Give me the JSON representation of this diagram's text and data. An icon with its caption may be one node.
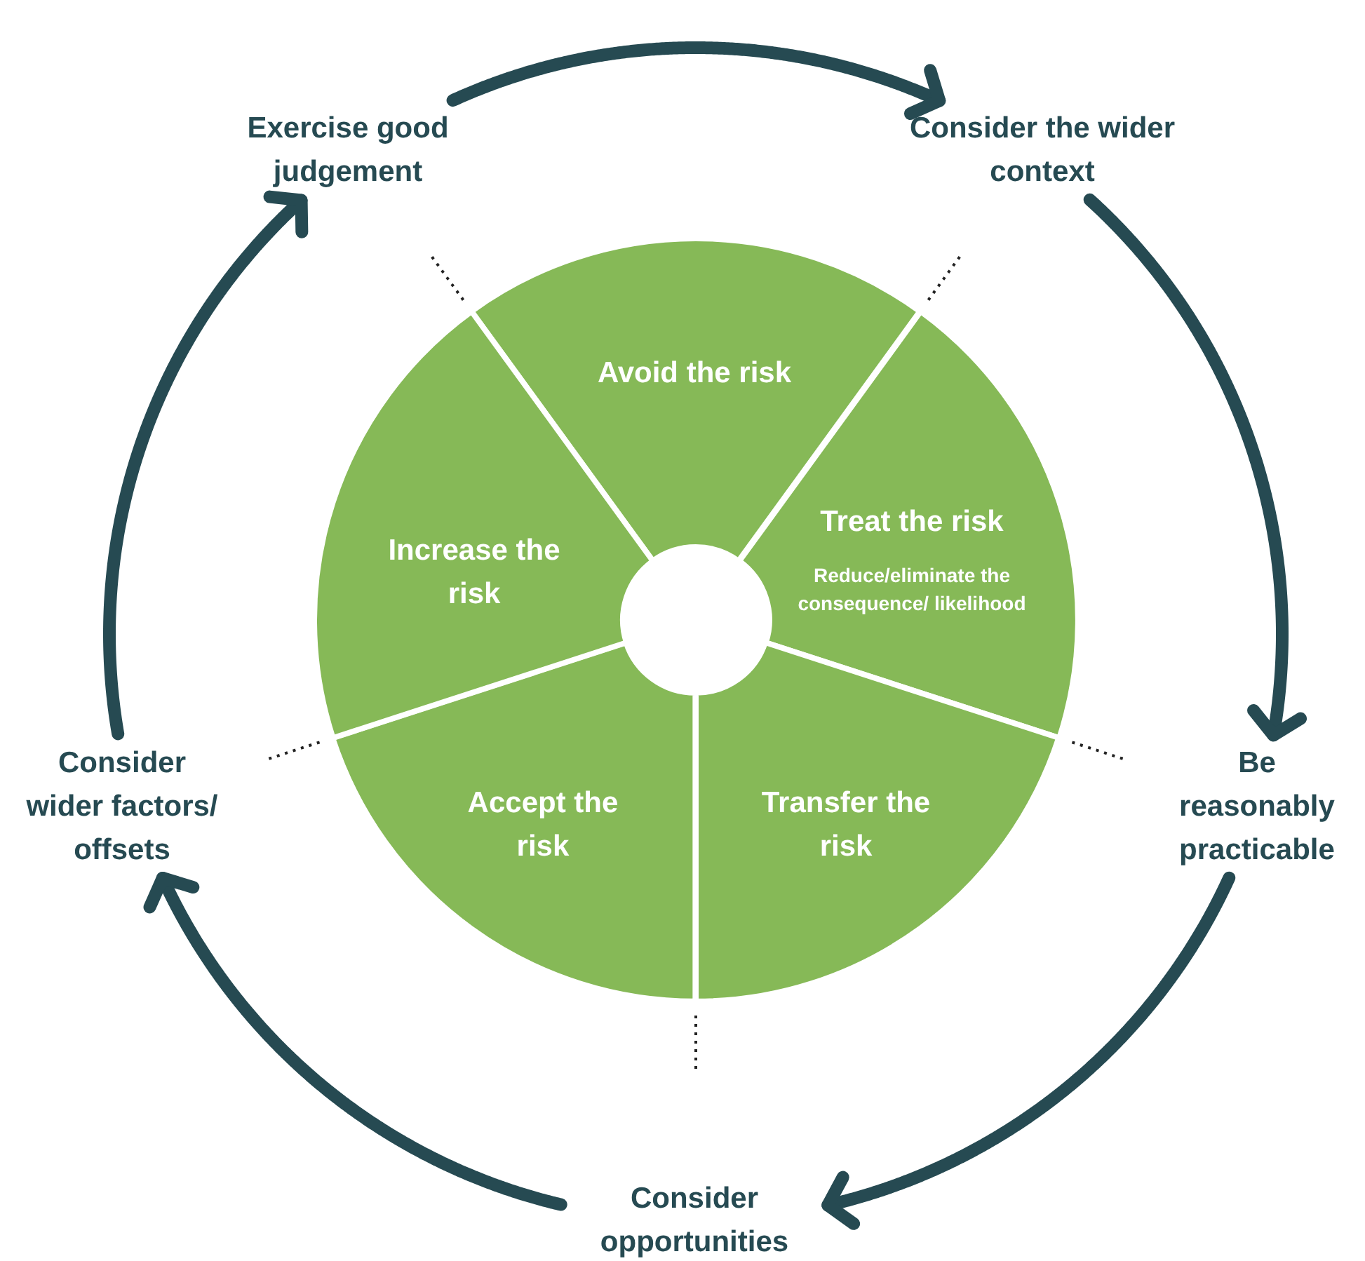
{
  "diagram": {
    "nodes": [
      {
        "text": [
          "Exercise good judgement"
        ]
      },
      {
        "text": [
          "Consider the wider context"
        ]
      },
      {
        "text": [
          "Be reasonably practicable"
        ]
      },
      {
        "text": [
          "Consider opportunities"
        ]
      },
      {
        "text": [
          "Consider wider factors/ offsets"
        ]
      },
      {
        "text": [
          "Avoid the risk"
        ]
      },
      {
        "text": [
          "Treat the risk",
          "Reduce/eliminate the consequence/ likelihood"
        ]
      },
      {
        "text": [
          "Transfer the risk"
        ]
      },
      {
        "text": [
          "Accept the risk"
        ]
      },
      {
        "text": [
          "Increase the risk"
        ]
      }
    ],
    "edges": [
      {
        "from": 0,
        "to": 1,
        "arrow": "to"
      },
      {
        "from": 1,
        "to": 2,
        "arrow": "to"
      },
      {
        "from": 2,
        "to": 3,
        "arrow": "to"
      },
      {
        "from": 3,
        "to": 4,
        "arrow": "to"
      },
      {
        "from": 4,
        "to": 0,
        "arrow": "to"
      }
    ]
  }
}
